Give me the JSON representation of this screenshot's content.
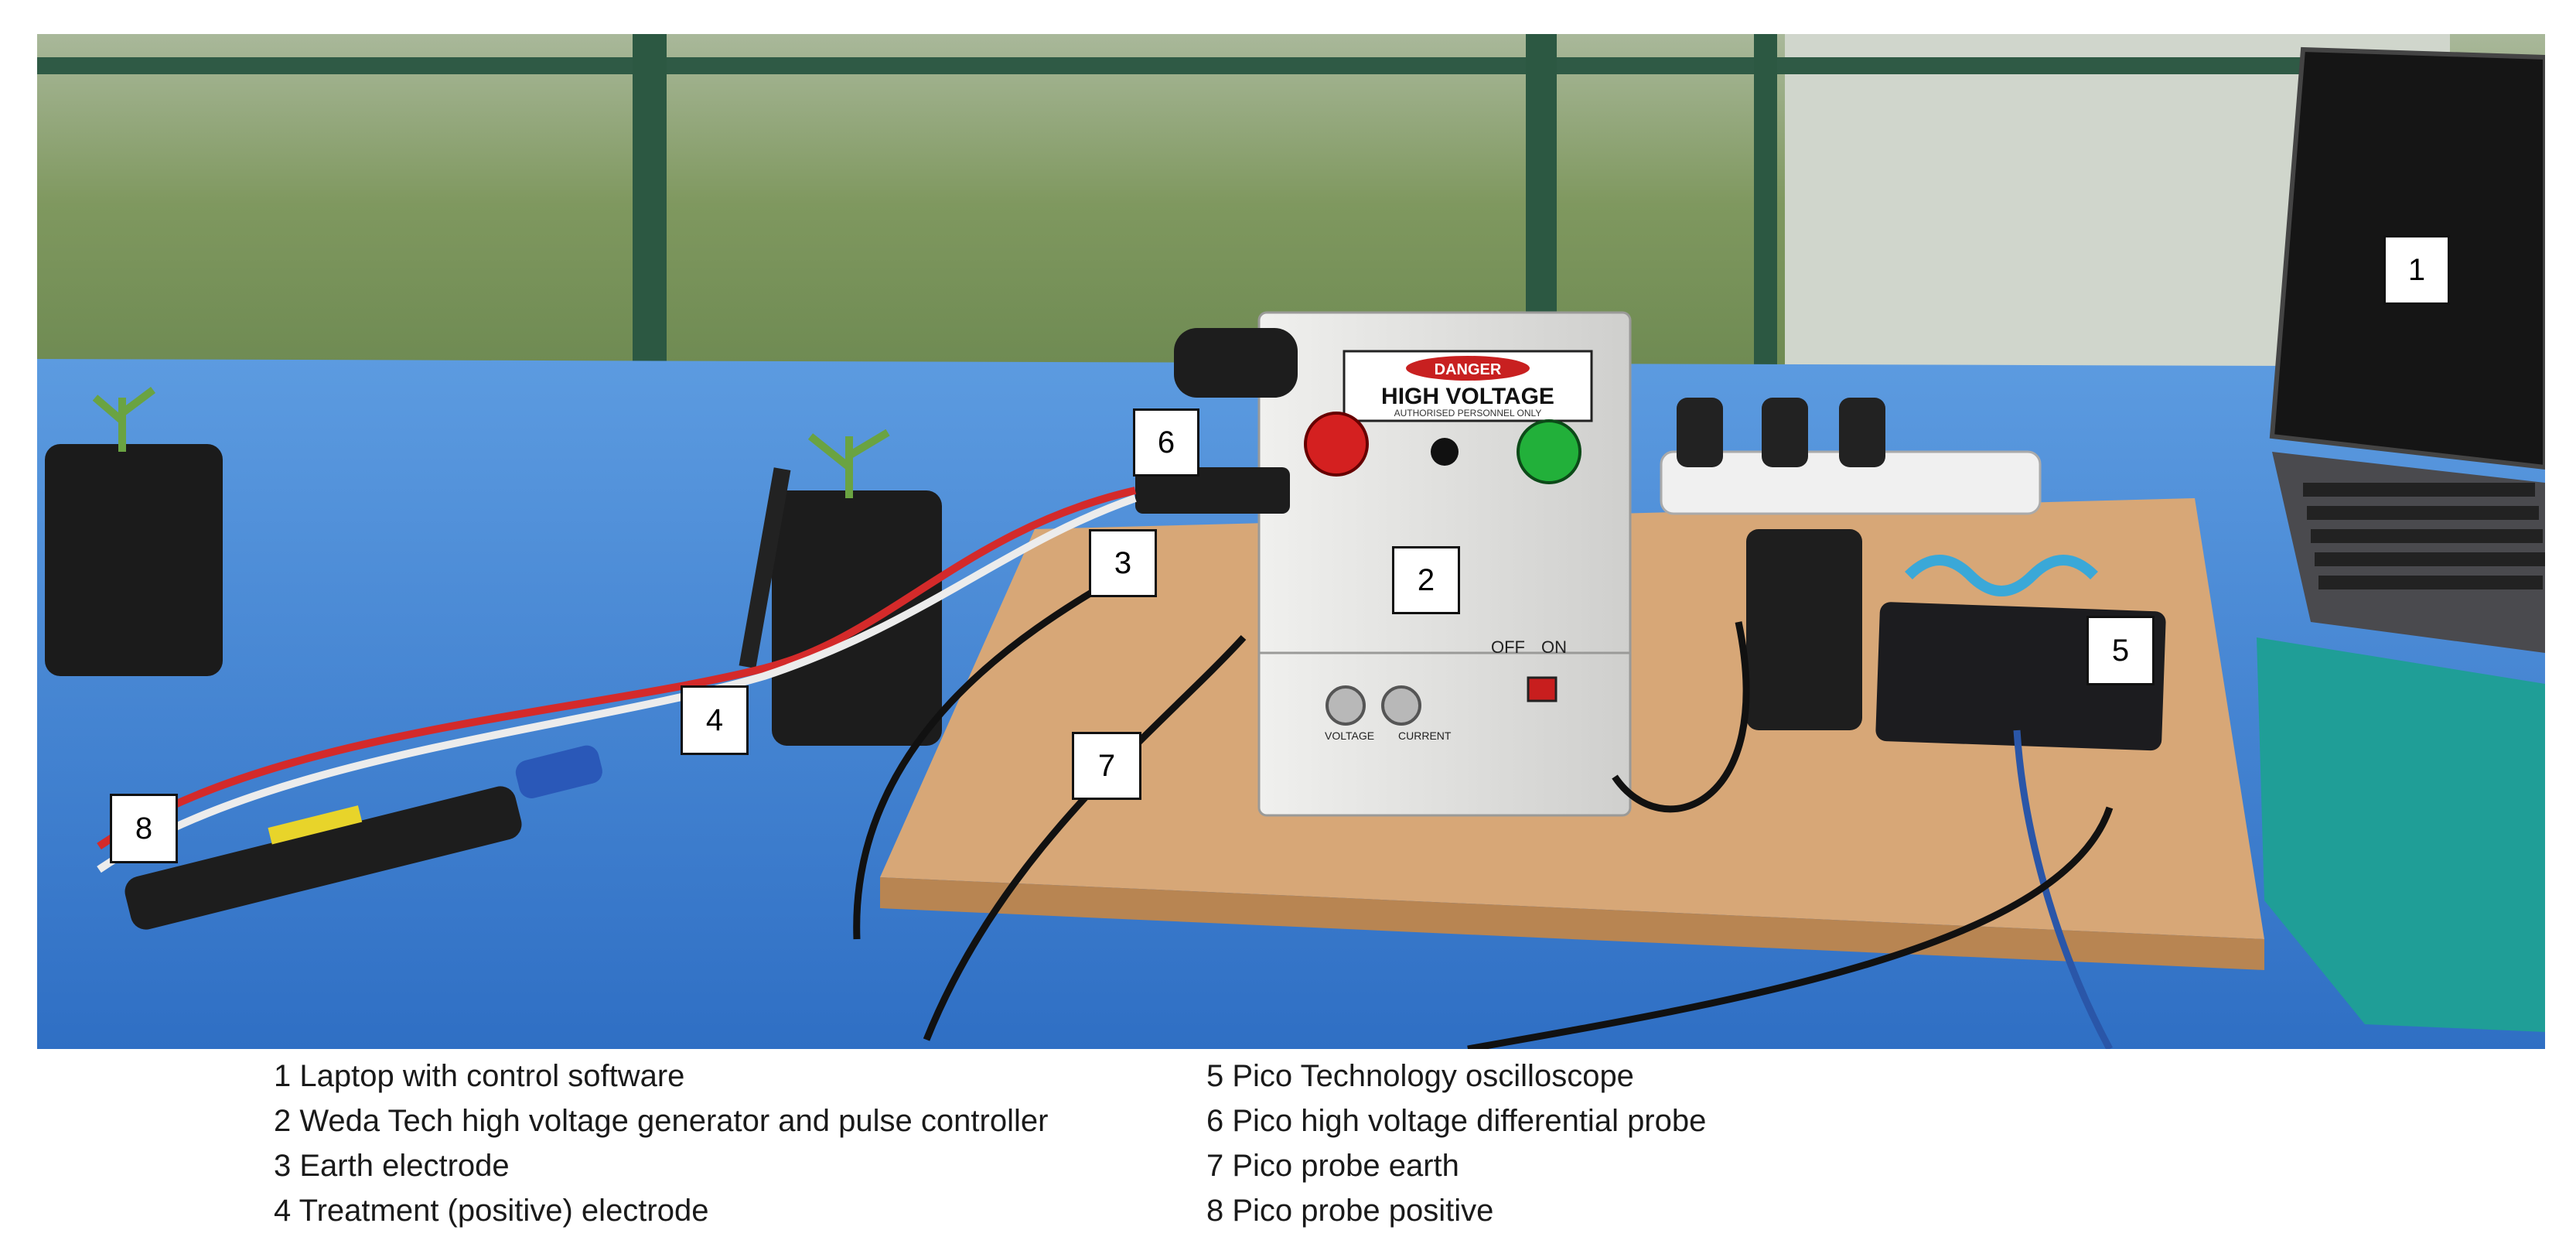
{
  "figure": {
    "labels": [
      {
        "id": "1",
        "text": "1"
      },
      {
        "id": "2",
        "text": "2"
      },
      {
        "id": "3",
        "text": "3"
      },
      {
        "id": "4",
        "text": "4"
      },
      {
        "id": "5",
        "text": "5"
      },
      {
        "id": "6",
        "text": "6"
      },
      {
        "id": "7",
        "text": "7"
      },
      {
        "id": "8",
        "text": "8"
      }
    ],
    "box_text": {
      "danger": "DANGER",
      "high_voltage": "HIGH VOLTAGE",
      "authorised": "AUTHORISED PERSONNEL ONLY",
      "off": "OFF",
      "on": "ON",
      "voltage": "VOLTAGE",
      "current": "CURRENT"
    }
  },
  "legend": {
    "left": [
      "1 Laptop with control software",
      "2 Weda Tech high voltage generator and pulse controller",
      "3 Earth electrode",
      "4 Treatment (positive) electrode"
    ],
    "right": [
      "5 Pico Technology oscilloscope",
      "6 Pico high voltage differential probe",
      "7 Pico probe earth",
      "8 Pico probe positive"
    ]
  },
  "colors": {
    "tarp": "#3d7fd0",
    "board": "#d7a777",
    "generator_box": "#e4e4e2",
    "crate": "#1f9e97"
  }
}
